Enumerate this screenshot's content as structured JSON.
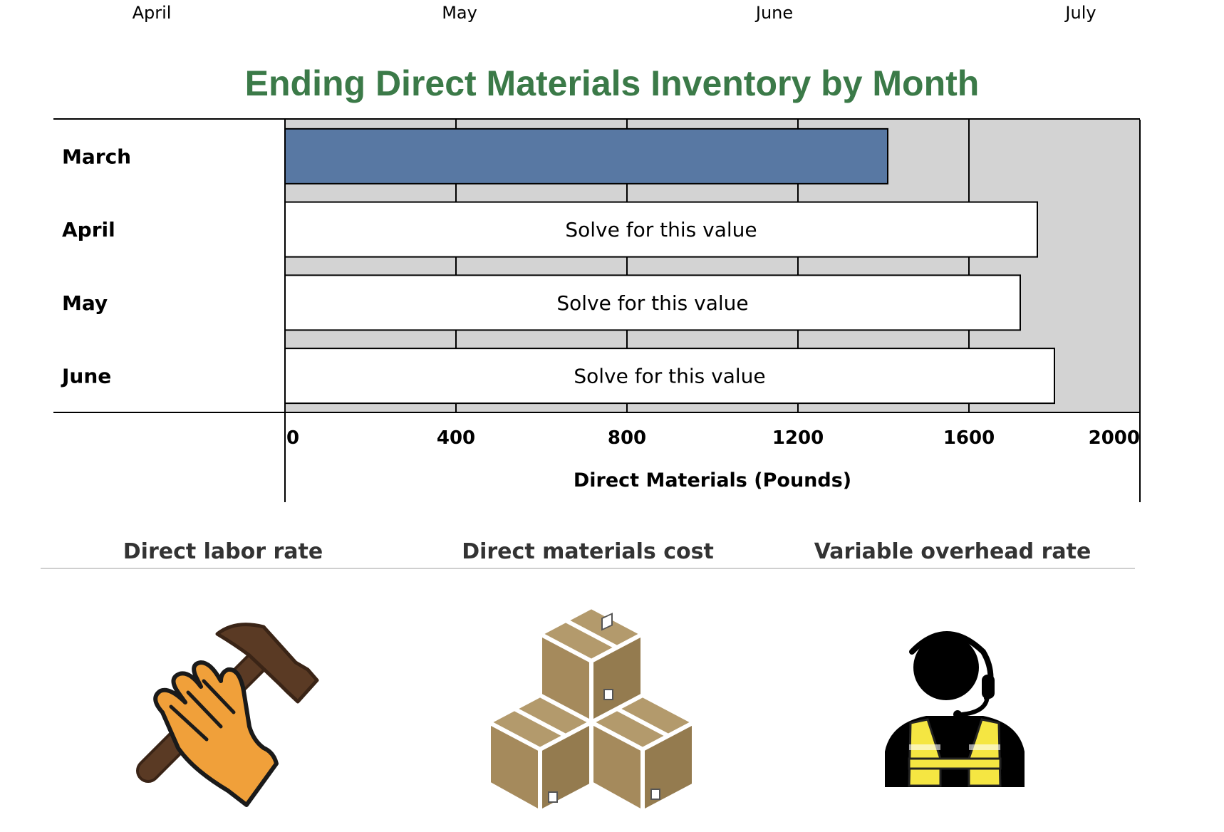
{
  "top_months": [
    "April",
    "May",
    "June",
    "July"
  ],
  "chart_data": {
    "type": "bar",
    "orientation": "horizontal",
    "title": "Ending Direct Materials Inventory by Month",
    "categories": [
      "March",
      "April",
      "May",
      "June"
    ],
    "values": [
      1410,
      1760,
      1720,
      1800
    ],
    "bar_labels": [
      "",
      "Solve for this value",
      "Solve for this value",
      "Solve for this value"
    ],
    "bar_colors": [
      "#5878a3",
      "#ffffff",
      "#ffffff",
      "#ffffff"
    ],
    "xlabel": "Direct Materials (Pounds)",
    "ylabel": "",
    "xlim": [
      0,
      2000
    ],
    "xticks": [
      0,
      400,
      800,
      1200,
      1600,
      2000
    ],
    "grid": true,
    "plot_background": "#d3d3d3"
  },
  "cards": [
    {
      "title": "Direct labor rate",
      "icon": "hand-hammer-icon"
    },
    {
      "title": "Direct materials cost",
      "icon": "stacked-boxes-icon"
    },
    {
      "title": "Variable overhead rate",
      "icon": "worker-headset-icon"
    }
  ],
  "colors": {
    "title_green": "#3b7a48",
    "bar_blue": "#5878a3",
    "hammer_brown": "#5a3a24",
    "glove_orange": "#f0a03a",
    "box_tan": "#a58a5c",
    "vest_yellow": "#f5e642"
  }
}
